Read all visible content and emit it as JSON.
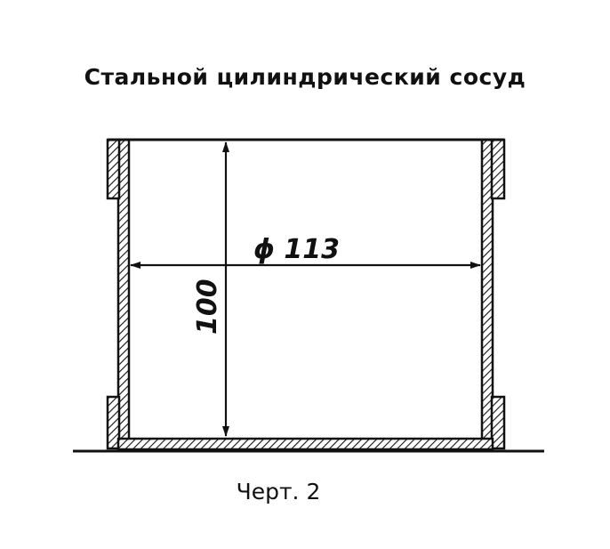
{
  "title": "Стальной цилиндрический сосуд",
  "caption": "Черт. 2",
  "dimensions": {
    "diameter_label": "ϕ 113",
    "height_label": "100"
  },
  "colors": {
    "ink": "#111111",
    "background": "#ffffff"
  }
}
